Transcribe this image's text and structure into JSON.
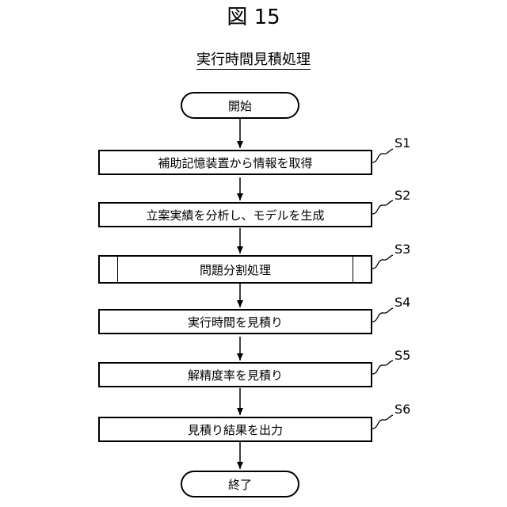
{
  "figure": {
    "title": "図 15"
  },
  "flowchart": {
    "title": "実行時間見積処理",
    "start": "開始",
    "end": "終了",
    "steps": [
      {
        "id": "S1",
        "label": "補助記憶装置から情報を取得",
        "type": "process"
      },
      {
        "id": "S2",
        "label": "立案実績を分析し、モデルを生成",
        "type": "process"
      },
      {
        "id": "S3",
        "label": "問題分割処理",
        "type": "subroutine"
      },
      {
        "id": "S4",
        "label": "実行時間を見積り",
        "type": "process"
      },
      {
        "id": "S5",
        "label": "解精度率を見積り",
        "type": "process"
      },
      {
        "id": "S6",
        "label": "見積り結果を出力",
        "type": "process"
      }
    ]
  }
}
